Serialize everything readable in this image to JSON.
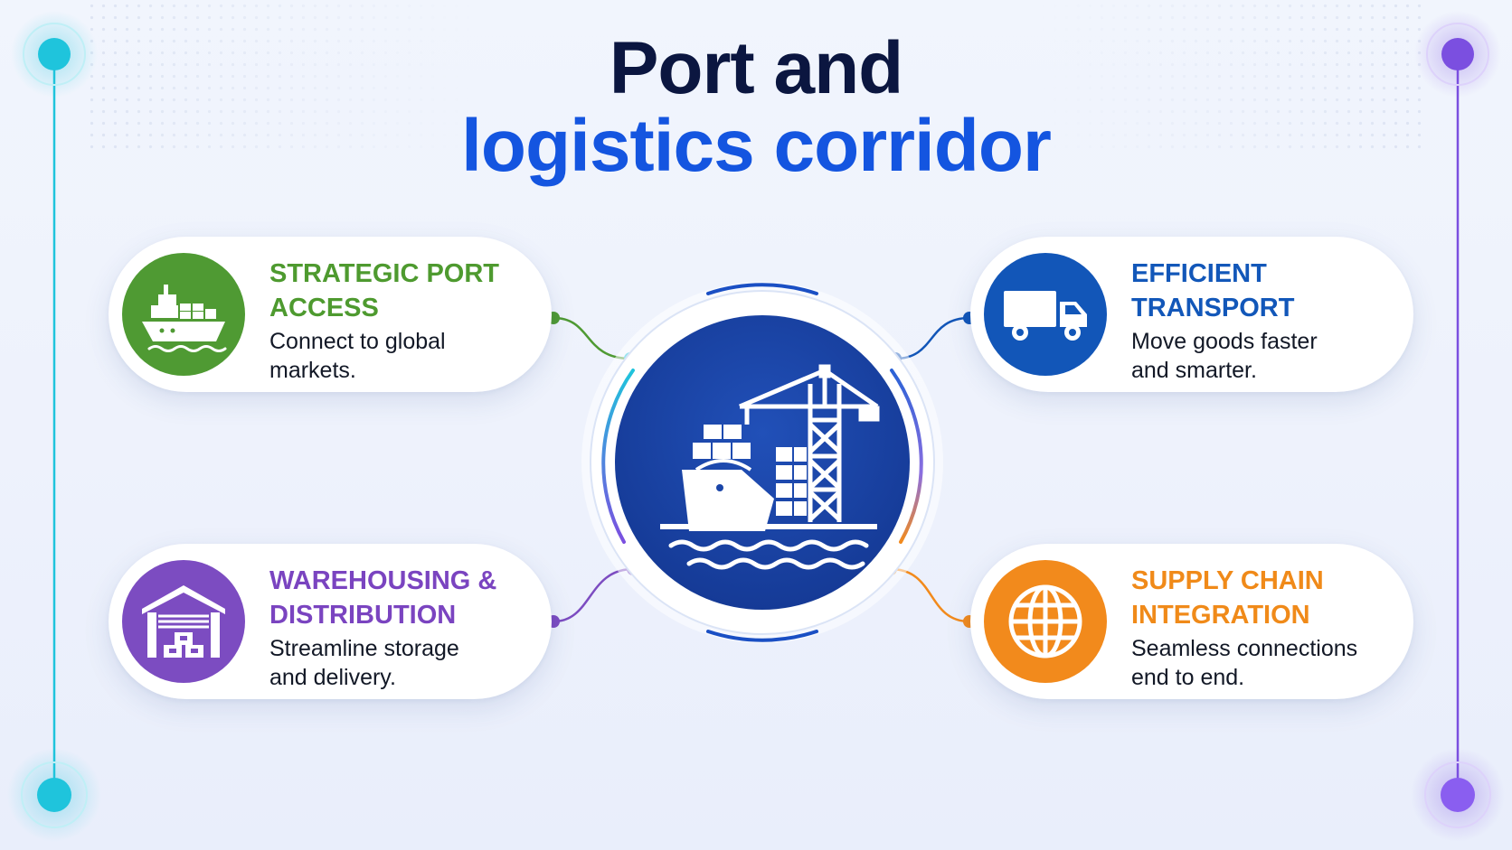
{
  "title": {
    "line1": "Port and",
    "line2": "logistics corridor"
  },
  "colors": {
    "title_dark": "#0b1640",
    "title_accent": "#1455e0",
    "center_blue": "#1a45a8",
    "green": "#4f9a33",
    "blue": "#1256b8",
    "purple": "#7c4cc1",
    "orange": "#f28a1c",
    "cyan": "#1fc4dc",
    "violet": "#7b4fe0"
  },
  "center": {
    "icon": "port-crane-ship-icon"
  },
  "cards": [
    {
      "position": "top-left",
      "icon": "cargo-ship-icon",
      "heading_line1": "STRATEGIC PORT",
      "heading_line2": "ACCESS",
      "desc_line1": "Connect to global",
      "desc_line2": "markets."
    },
    {
      "position": "top-right",
      "icon": "truck-icon",
      "heading_line1": "EFFICIENT",
      "heading_line2": "TRANSPORT",
      "desc_line1": "Move goods faster",
      "desc_line2": "and smarter."
    },
    {
      "position": "bottom-left",
      "icon": "warehouse-icon",
      "heading_line1": "WAREHOUSING &",
      "heading_line2": "DISTRIBUTION",
      "desc_line1": "Streamline storage",
      "desc_line2": "and delivery."
    },
    {
      "position": "bottom-right",
      "icon": "globe-icon",
      "heading_line1": "SUPPLY CHAIN",
      "heading_line2": "INTEGRATION",
      "desc_line1": "Seamless connections",
      "desc_line2": "end to end."
    }
  ]
}
